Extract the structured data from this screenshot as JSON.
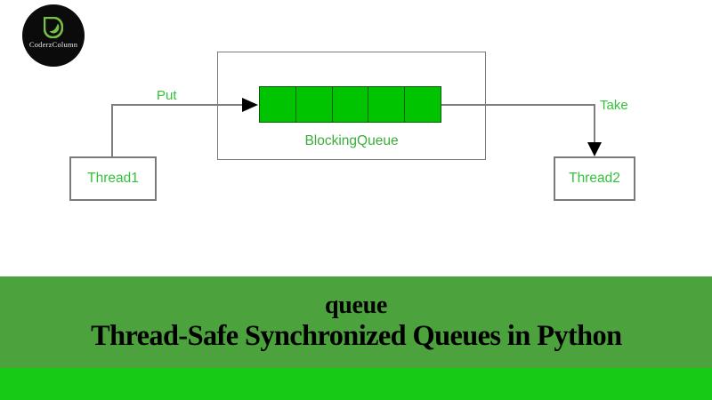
{
  "logo": {
    "name": "CoderzColumn",
    "mark_icon": "leaf-d-icon",
    "background_color": "#0b0b0b",
    "mark_color": "#76c043"
  },
  "diagram": {
    "producer": {
      "label": "Thread1"
    },
    "consumer": {
      "label": "Thread2"
    },
    "queue": {
      "caption": "BlockingQueue",
      "cell_count": 5,
      "fill_color": "#00c400",
      "border_color": "#0a5c0a"
    },
    "edges": [
      {
        "label": "Put",
        "direction": "right",
        "arrow_icon": "arrow-right-icon"
      },
      {
        "label": "Take",
        "direction": "down",
        "arrow_icon": "arrow-down-icon"
      }
    ],
    "label_color": "#34c03a",
    "stroke_color": "#7d7d7d"
  },
  "banner": {
    "title": "queue",
    "subtitle": "Thread-Safe Synchronized Queues in Python",
    "background_color": "#4ca23c",
    "strip_color": "#16ca16",
    "text_color": "#000000"
  }
}
